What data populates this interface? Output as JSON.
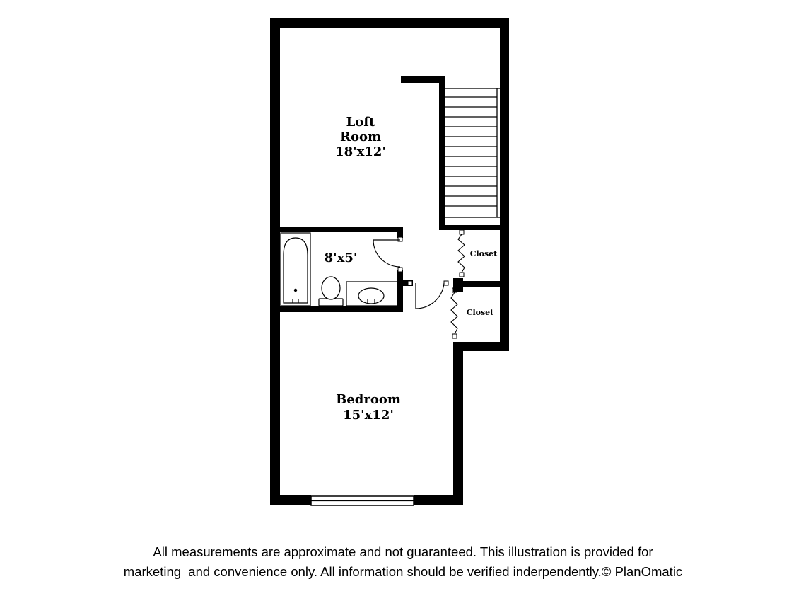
{
  "rooms": {
    "loft": {
      "line1": "Loft",
      "line2": "Room",
      "dims": "18'x12'"
    },
    "bath": {
      "dims": "8'x5'"
    },
    "closet_upper": {
      "label": "Closet"
    },
    "closet_lower": {
      "label": "Closet"
    },
    "bedroom": {
      "name": "Bedroom",
      "dims": "15'x12'"
    }
  },
  "disclaimer": {
    "line1": "All measurements are approximate and not guaranteed. This illustration is provided for",
    "line2": "marketing  and convenience only. All information should be verified inderpendently.© PlanOmatic"
  },
  "colors": {
    "wall": "#000000",
    "background": "#ffffff"
  }
}
